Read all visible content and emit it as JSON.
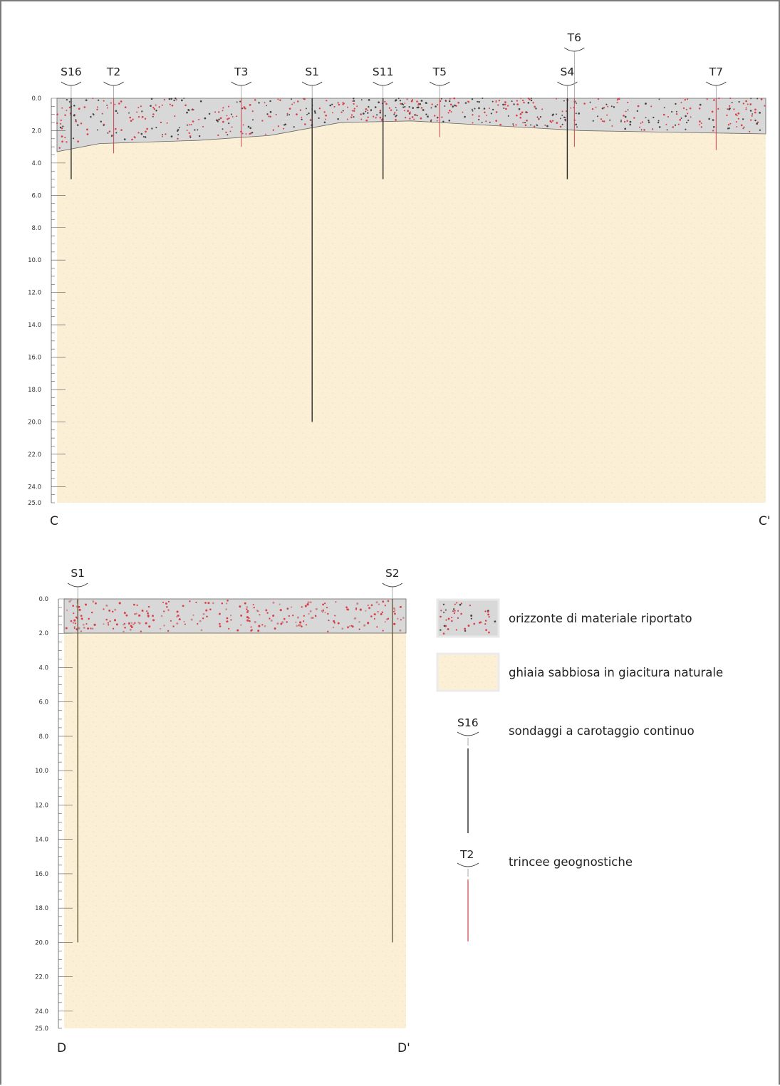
{
  "depth_axis": {
    "unit_labels": [
      "0.0",
      "2.0",
      "4.0",
      "6.0",
      "8.0",
      "10.0",
      "12.0",
      "14.0",
      "16.0",
      "18.0",
      "20.0",
      "22.0",
      "24.0",
      "25.0"
    ],
    "values": [
      0,
      2,
      4,
      6,
      8,
      10,
      12,
      14,
      16,
      18,
      20,
      22,
      24,
      25
    ],
    "max": 25
  },
  "section_c": {
    "left_label": "C",
    "right_label": "C'",
    "fill_thickness_profile_m": [
      [
        0,
        3.3
      ],
      [
        3,
        2.8
      ],
      [
        10,
        2.6
      ],
      [
        15,
        2.3
      ],
      [
        20,
        1.5
      ],
      [
        25,
        1.4
      ],
      [
        33,
        1.8
      ],
      [
        37,
        2.0
      ],
      [
        50,
        2.2
      ]
    ],
    "boreholes": [
      {
        "id": "S16",
        "kind": "sondaggio",
        "pos": 1,
        "depth": 5.0
      },
      {
        "id": "T2",
        "kind": "trincea",
        "pos": 4,
        "depth": 3.4
      },
      {
        "id": "T3",
        "kind": "trincea",
        "pos": 13,
        "depth": 3.0
      },
      {
        "id": "S1",
        "kind": "sondaggio",
        "pos": 18,
        "depth": 20.0
      },
      {
        "id": "S11",
        "kind": "sondaggio",
        "pos": 23,
        "depth": 5.0
      },
      {
        "id": "T5",
        "kind": "trincea",
        "pos": 27,
        "depth": 2.4
      },
      {
        "id": "S4",
        "kind": "sondaggio",
        "pos": 36,
        "depth": 5.0
      },
      {
        "id": "T6",
        "kind": "trincea",
        "pos": 36.5,
        "depth": 3.0
      },
      {
        "id": "T7",
        "kind": "trincea",
        "pos": 46.5,
        "depth": 3.2
      }
    ]
  },
  "section_d": {
    "left_label": "D",
    "right_label": "D'",
    "fill_thickness_m": 2.0,
    "boreholes": [
      {
        "id": "S1",
        "kind": "sondaggio",
        "pos": 2,
        "depth": 20.0
      },
      {
        "id": "S2",
        "kind": "sondaggio",
        "pos": 48,
        "depth": 20.0
      }
    ]
  },
  "legend": {
    "fill_label": "orizzonte di materiale riportato",
    "gravel_label": "ghiaia sabbiosa in giacitura naturale",
    "sondaggi_symbol": "S16",
    "sondaggi_label": "sondaggi a carotaggio continuo",
    "trincee_symbol": "T2",
    "trincee_label": "trincee geognostiche"
  },
  "colors": {
    "fill_layer": "#d8d8d8",
    "gravel_layer": "#fbf0d6",
    "dot_red": "#d9404a",
    "dot_dark": "#444444",
    "sondaggio_line": "#2a2a2a",
    "sondaggio_line_d": "#6a5a3a",
    "trincea_line": "#c9444d"
  }
}
